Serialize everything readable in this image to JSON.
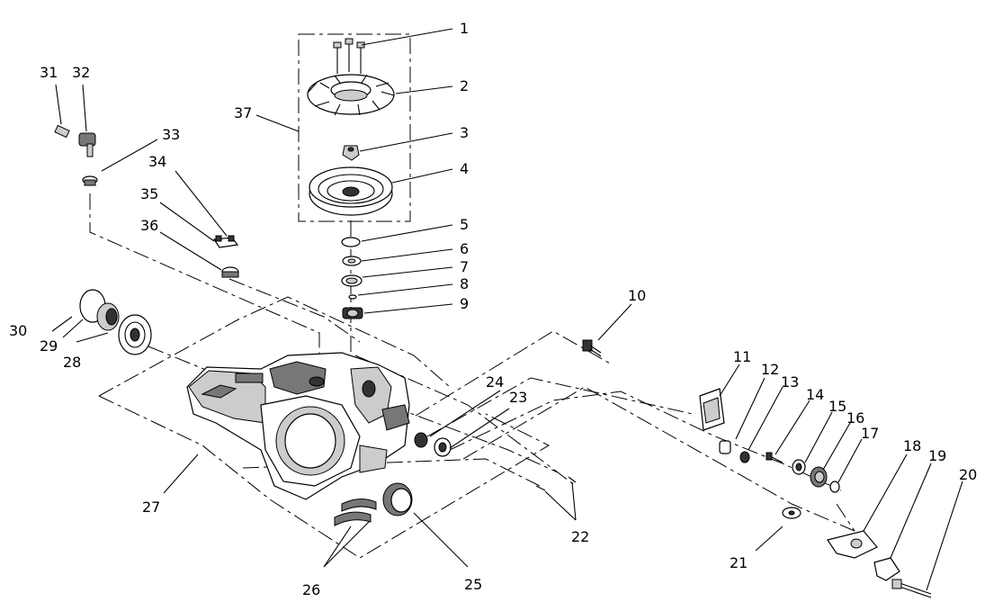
{
  "labels": [
    {
      "id": "label-1",
      "text": "1"
    },
    {
      "id": "label-2",
      "text": "2"
    },
    {
      "id": "label-3",
      "text": "3"
    },
    {
      "id": "label-4",
      "text": "4"
    },
    {
      "id": "label-5",
      "text": "5"
    },
    {
      "id": "label-6",
      "text": "6"
    },
    {
      "id": "label-7",
      "text": "7"
    },
    {
      "id": "label-8",
      "text": "8"
    },
    {
      "id": "label-9",
      "text": "9"
    },
    {
      "id": "label-10",
      "text": "10"
    },
    {
      "id": "label-11",
      "text": "11"
    },
    {
      "id": "label-12",
      "text": "12"
    },
    {
      "id": "label-13",
      "text": "13"
    },
    {
      "id": "label-14",
      "text": "14"
    },
    {
      "id": "label-15",
      "text": "15"
    },
    {
      "id": "label-16",
      "text": "16"
    },
    {
      "id": "label-17",
      "text": "17"
    },
    {
      "id": "label-18",
      "text": "18"
    },
    {
      "id": "label-19",
      "text": "19"
    },
    {
      "id": "label-20",
      "text": "20"
    },
    {
      "id": "label-21",
      "text": "21"
    },
    {
      "id": "label-22",
      "text": "22"
    },
    {
      "id": "label-23",
      "text": "23"
    },
    {
      "id": "label-24",
      "text": "24"
    },
    {
      "id": "label-25",
      "text": "25"
    },
    {
      "id": "label-26",
      "text": "26"
    },
    {
      "id": "label-27",
      "text": "27"
    },
    {
      "id": "label-28",
      "text": "28"
    },
    {
      "id": "label-29",
      "text": "29"
    },
    {
      "id": "label-30",
      "text": "30"
    },
    {
      "id": "label-31",
      "text": "31"
    },
    {
      "id": "label-32",
      "text": "32"
    },
    {
      "id": "label-33",
      "text": "33"
    },
    {
      "id": "label-34",
      "text": "34"
    },
    {
      "id": "label-35",
      "text": "35"
    },
    {
      "id": "label-36",
      "text": "36"
    },
    {
      "id": "label-37",
      "text": "37"
    }
  ]
}
